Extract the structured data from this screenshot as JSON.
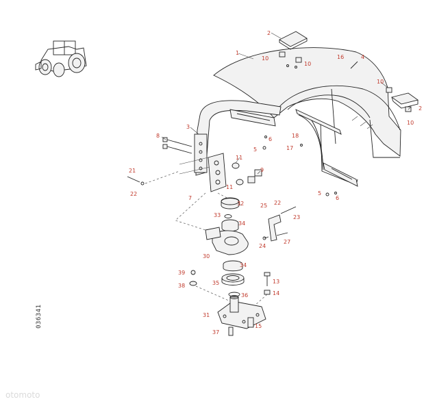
{
  "document_id": "036341",
  "watermark": "otomoto",
  "part_labels": [
    {
      "id": "l1",
      "text": "1"
    },
    {
      "id": "l2a",
      "text": "2"
    },
    {
      "id": "l2b",
      "text": "2"
    },
    {
      "id": "l3",
      "text": "3"
    },
    {
      "id": "l4",
      "text": "4"
    },
    {
      "id": "l5a",
      "text": "5"
    },
    {
      "id": "l5b",
      "text": "5"
    },
    {
      "id": "l6a",
      "text": "6"
    },
    {
      "id": "l6b",
      "text": "6"
    },
    {
      "id": "l7",
      "text": "7"
    },
    {
      "id": "l8",
      "text": "8"
    },
    {
      "id": "l9",
      "text": "9"
    },
    {
      "id": "l10a",
      "text": "10"
    },
    {
      "id": "l10b",
      "text": "10"
    },
    {
      "id": "l10c",
      "text": "10"
    },
    {
      "id": "l10d",
      "text": "10"
    },
    {
      "id": "l11a",
      "text": "11"
    },
    {
      "id": "l11b",
      "text": "11"
    },
    {
      "id": "l13",
      "text": "13"
    },
    {
      "id": "l14",
      "text": "14"
    },
    {
      "id": "l15",
      "text": "15"
    },
    {
      "id": "l16",
      "text": "16"
    },
    {
      "id": "l17",
      "text": "17"
    },
    {
      "id": "l18",
      "text": "18"
    },
    {
      "id": "l21",
      "text": "21"
    },
    {
      "id": "l22a",
      "text": "22"
    },
    {
      "id": "l22b",
      "text": "22"
    },
    {
      "id": "l23",
      "text": "23"
    },
    {
      "id": "l24",
      "text": "24"
    },
    {
      "id": "l25",
      "text": "25"
    },
    {
      "id": "l27",
      "text": "27"
    },
    {
      "id": "l30",
      "text": "30"
    },
    {
      "id": "l31",
      "text": "31"
    },
    {
      "id": "l32",
      "text": "32"
    },
    {
      "id": "l33",
      "text": "33"
    },
    {
      "id": "l34a",
      "text": "34"
    },
    {
      "id": "l34b",
      "text": "34"
    },
    {
      "id": "l35",
      "text": "35"
    },
    {
      "id": "l36",
      "text": "36"
    },
    {
      "id": "l37",
      "text": "37"
    },
    {
      "id": "l38",
      "text": "38"
    },
    {
      "id": "l39",
      "text": "39"
    }
  ],
  "colors": {
    "label": "#c0392b",
    "line": "#222222",
    "part_fill": "#f2f2f2"
  }
}
